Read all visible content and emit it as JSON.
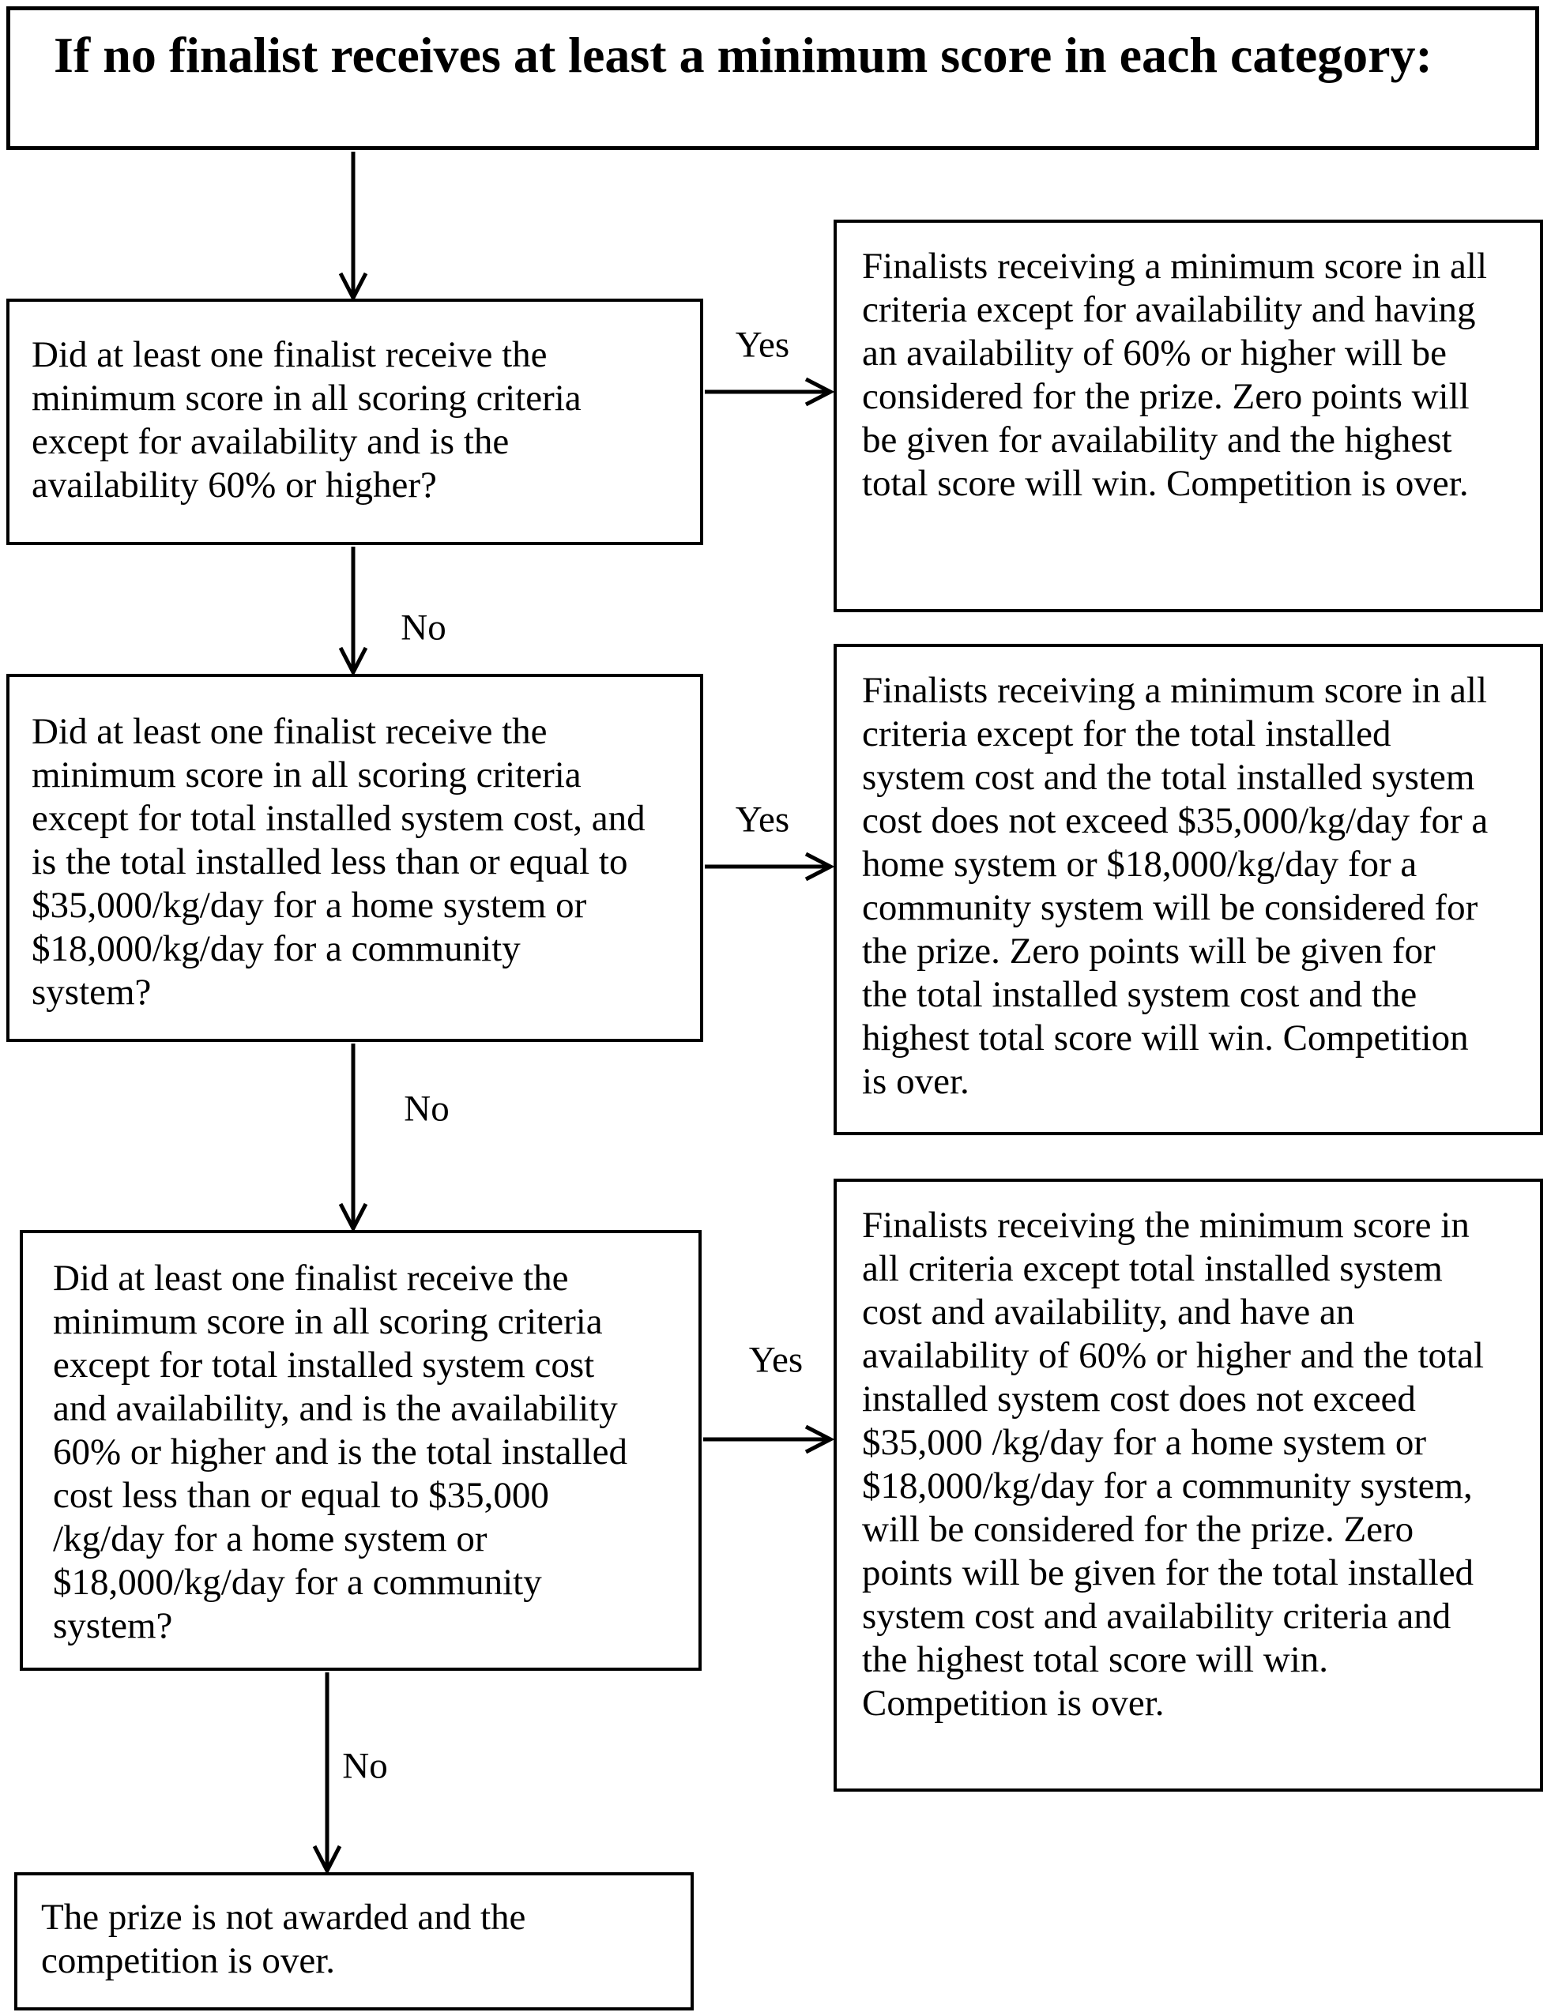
{
  "page": {
    "background_color": "#ffffff",
    "ink_color": "#000000"
  },
  "title": {
    "text": "If no finalist receives at least a minimum score in each category:"
  },
  "labels": {
    "yes": "Yes",
    "no": "No"
  },
  "decisions": [
    {
      "id": "decision-1",
      "text": "Did at least one finalist receive the\nminimum score in all scoring criteria\nexcept for availability and is the\navailability 60% or higher?"
    },
    {
      "id": "decision-2",
      "text": "Did at least one finalist receive the\nminimum score in all scoring criteria\nexcept for total installed system cost, and\nis the total installed less than or equal to\n$35,000/kg/day for a home system or\n$18,000/kg/day for a community\nsystem?"
    },
    {
      "id": "decision-3",
      "text": "Did at least one finalist receive the\nminimum score in all scoring criteria\nexcept for total installed system cost\nand availability, and is the availability\n60% or higher and is the total installed\ncost less than or equal to $35,000\n/kg/day for a home system or\n$18,000/kg/day for a community\nsystem?"
    }
  ],
  "outcomes": [
    {
      "id": "outcome-1",
      "text": "Finalists receiving a minimum score in all\ncriteria except for availability and having\nan availability of 60% or higher will be\nconsidered for the prize. Zero points will\nbe given for availability and the highest\ntotal score will win. Competition is over."
    },
    {
      "id": "outcome-2",
      "text": "Finalists receiving a minimum score in all\ncriteria except for the total installed\nsystem cost and the total installed system\ncost does not exceed $35,000/kg/day for a\nhome system or $18,000/kg/day for a\ncommunity system will be considered for\nthe prize. Zero points will be given for\nthe total installed system cost and the\nhighest total score will win. Competition\nis over."
    },
    {
      "id": "outcome-3",
      "text": "Finalists receiving the minimum score in\nall criteria except total installed system\ncost and availability, and have an\navailability of 60% or higher and the total\ninstalled system cost does not exceed\n$35,000 /kg/day for a home system or\n$18,000/kg/day for a community system,\nwill be considered for the prize. Zero\npoints will be given for the total installed\nsystem cost and availability criteria and\nthe highest total score will win.\nCompetition is over."
    }
  ],
  "terminal": {
    "text": "The prize is not awarded and the\ncompetition is over."
  }
}
